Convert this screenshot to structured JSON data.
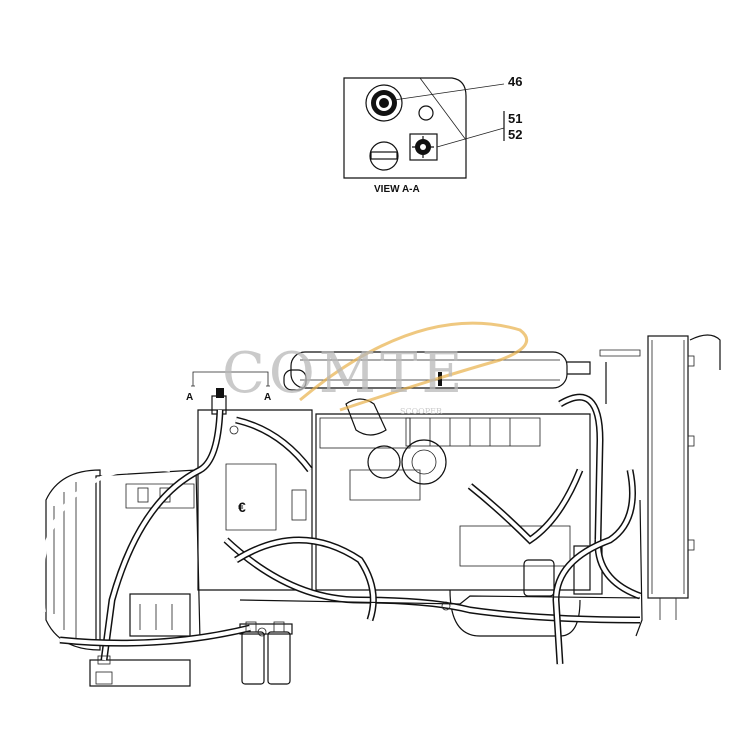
{
  "callouts": {
    "c46": "46",
    "c51": "51",
    "c52": "52"
  },
  "view_caption": "VIEW A-A",
  "section_marks": {
    "left": "A",
    "right": "A"
  },
  "watermark": {
    "text": "COMTE",
    "subtext": "SCOOPER",
    "color": "#b9b9b9",
    "accent": "#e8b04a"
  },
  "colors": {
    "line": "#111111",
    "background": "#ffffff"
  }
}
